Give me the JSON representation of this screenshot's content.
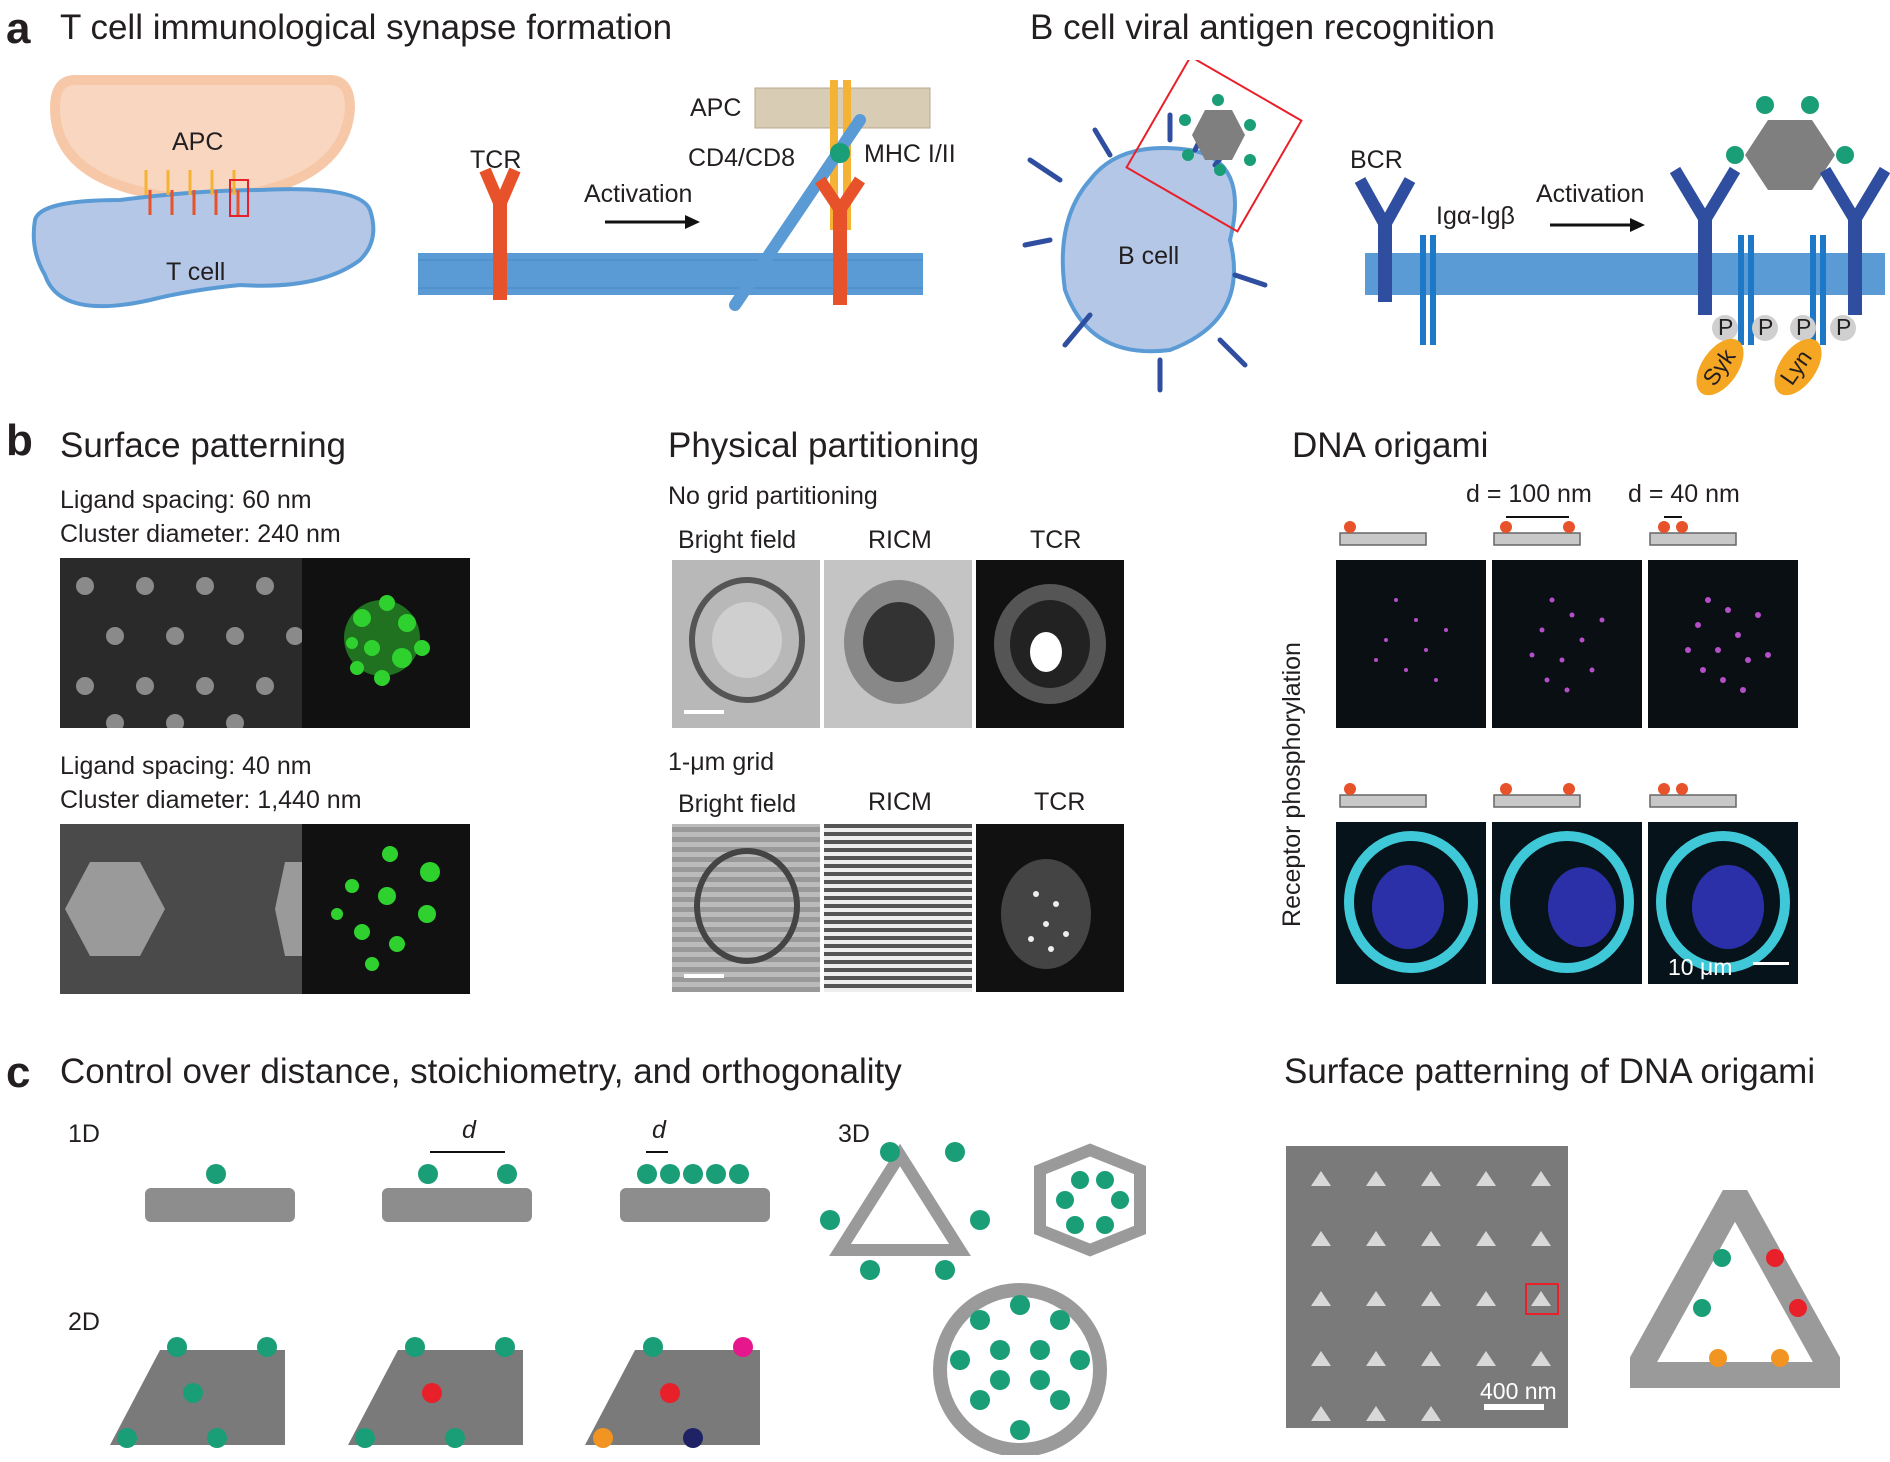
{
  "panel_a": {
    "letter": "a",
    "t_cell_title": "T cell immunological synapse formation",
    "b_cell_title": "B cell viral antigen recognition",
    "apc_label": "APC",
    "t_cell_label": "T cell",
    "tcr_label": "TCR",
    "activation_label": "Activation",
    "apc_label_2": "APC",
    "cd4cd8_label": "CD4/CD8",
    "mhc_label": "MHC I/II",
    "b_cell_label": "B cell",
    "bcr_label": "BCR",
    "iga_label": "Igα-Igβ",
    "activation_label_b": "Activation",
    "p_labels": [
      "P",
      "P",
      "P",
      "P"
    ],
    "syk_label": "Syk",
    "lyn_label": "Lyn"
  },
  "panel_b": {
    "letter": "b",
    "surface_title": "Surface patterning",
    "row1_spacing": "Ligand spacing: 60 nm",
    "row1_diameter": "Cluster diameter: 240 nm",
    "row2_spacing": "Ligand spacing: 40 nm",
    "row2_diameter": "Cluster diameter: 1,440 nm",
    "physical_title": "Physical partitioning",
    "no_grid": "No grid partitioning",
    "grid": "1-μm grid",
    "col_headers": [
      "Bright field",
      "RICM",
      "TCR"
    ],
    "dna_title": "DNA origami",
    "d100": "d = 100 nm",
    "d40": "d = 40 nm",
    "receptor_label": "Receptor phosphorylation",
    "scale_10um": "10 μm"
  },
  "panel_c": {
    "letter": "c",
    "title": "Control over distance, stoichiometry, and orthogonality",
    "label_1d": "1D",
    "label_2d": "2D",
    "label_3d": "3D",
    "d_label": "d",
    "d_label_2": "d",
    "surface_title": "Surface patterning of DNA origami",
    "scale_400nm": "400 nm"
  },
  "colors": {
    "membrane_blue": "#5b9bd5",
    "tcr_orange": "#e8522a",
    "apc_peach": "#f7c8a8",
    "cell_blue": "#b4c7e7",
    "bcr_blue": "#2f4ea0",
    "ligand_green": "#1a9e77",
    "red_dot": "#e8202a",
    "orange_dot": "#f29422",
    "magenta_dot": "#e6168c",
    "navy_dot": "#1f2366",
    "syk_orange": "#f5a623"
  }
}
